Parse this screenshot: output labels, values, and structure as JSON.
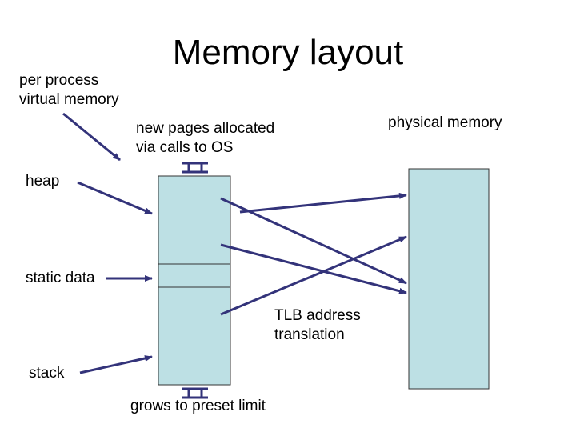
{
  "title": "Memory layout",
  "labels": {
    "per_process": [
      "per process",
      "virtual memory"
    ],
    "new_pages": [
      "new pages allocated",
      "via calls to OS"
    ],
    "physical_memory": "physical memory",
    "heap": "heap",
    "static_data": "static data",
    "stack": "stack",
    "tlb": [
      "TLB address",
      "translation"
    ],
    "grows": "grows to preset limit"
  },
  "colors": {
    "box_fill": "#bde0e4",
    "arrow": "#33337a",
    "outline": "#333333"
  }
}
